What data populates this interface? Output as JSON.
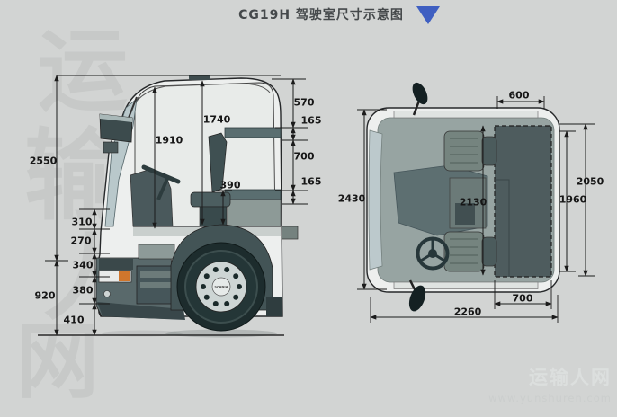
{
  "title": {
    "text": "CG19H 驾驶室尺寸示意图",
    "accent_color": "#3f5fc1"
  },
  "watermark": {
    "chars": [
      "运",
      "输",
      "人",
      "网"
    ],
    "site_name": "运输人网",
    "site_url": "www.yunshuren.com"
  },
  "side_view": {
    "wheel_brand": "SCANIA",
    "dims": {
      "overall_height": "2550",
      "front_interior_height": "1910",
      "rear_interior_height": "1740",
      "roof_to_upper_bunk": "570",
      "upper_bunk_thickness": "165",
      "bunk_spacing": "700",
      "lower_bunk_thickness": "165",
      "seat_to_floor": "390",
      "panel_step_1": "310",
      "panel_step_2": "270",
      "panel_step_3": "340",
      "panel_step_4": "380",
      "panel_step_5": "410",
      "floor_to_ground": "920"
    }
  },
  "top_view": {
    "dims": {
      "bunk_width": "600",
      "overall_width": "2430",
      "interior_width": "2130",
      "bunk_length_outer": "2050",
      "bunk_length_inner": "1960",
      "bunk_rear_depth": "700",
      "cab_overall": "2260"
    }
  }
}
